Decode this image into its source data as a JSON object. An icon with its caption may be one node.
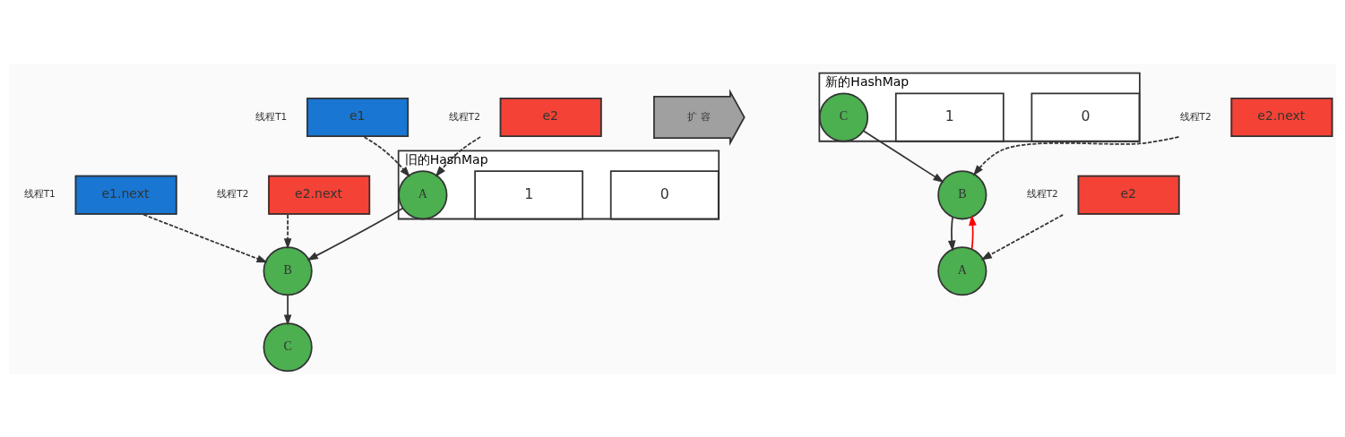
{
  "diagram": {
    "nodes": [
      {
        "text": [
          "旧的HashMap"
        ]
      },
      {
        "text": [
          "0"
        ],
        "in": 0
      },
      {
        "text": [
          "1"
        ],
        "in": 0
      },
      {
        "text": [
          "A"
        ],
        "in": 0
      },
      {
        "text": [
          "e1"
        ],
        "beside": [
          "线程T1"
        ]
      },
      {
        "text": [
          "e2"
        ],
        "beside": [
          "线程T2"
        ]
      },
      {
        "text": [
          "e1.next"
        ],
        "beside": [
          "线程T1"
        ]
      },
      {
        "text": [
          "e2.next"
        ],
        "beside": [
          "线程T2"
        ]
      },
      {
        "text": [
          "B"
        ]
      },
      {
        "text": [
          "C"
        ]
      },
      {
        "text": [
          "扩 容"
        ]
      },
      {
        "text": [
          "新的HashMap"
        ]
      },
      {
        "text": [
          "0"
        ],
        "in": 11
      },
      {
        "text": [
          "1"
        ],
        "in": 11
      },
      {
        "text": [
          "C"
        ],
        "in": 11
      },
      {
        "text": [
          "e2.next"
        ],
        "beside": [
          "线程T2"
        ]
      },
      {
        "text": [
          "B"
        ]
      },
      {
        "text": [
          "e2"
        ],
        "beside": [
          "线程T2"
        ]
      },
      {
        "text": [
          "A"
        ]
      }
    ],
    "edges": [
      {
        "from": 4,
        "to": 3,
        "arrow": "to",
        "style": "dashed"
      },
      {
        "from": 5,
        "to": 3,
        "arrow": "to",
        "style": "dashed"
      },
      {
        "from": 3,
        "to": 8,
        "arrow": "to"
      },
      {
        "from": 8,
        "to": 9,
        "arrow": "to"
      },
      {
        "from": 6,
        "to": 8,
        "arrow": "to",
        "style": "dashed"
      },
      {
        "from": 7,
        "to": 8,
        "arrow": "to",
        "style": "dashed"
      },
      {
        "from": 14,
        "to": 16,
        "arrow": "to"
      },
      {
        "from": 16,
        "to": 18,
        "arrow": "to"
      },
      {
        "from": 15,
        "to": 16,
        "arrow": "to",
        "style": "dashed"
      },
      {
        "from": 17,
        "to": 18,
        "arrow": "to",
        "style": "dashed"
      },
      {
        "from": 18,
        "to": 16,
        "arrow": "to",
        "color": "#ff0000"
      }
    ]
  }
}
